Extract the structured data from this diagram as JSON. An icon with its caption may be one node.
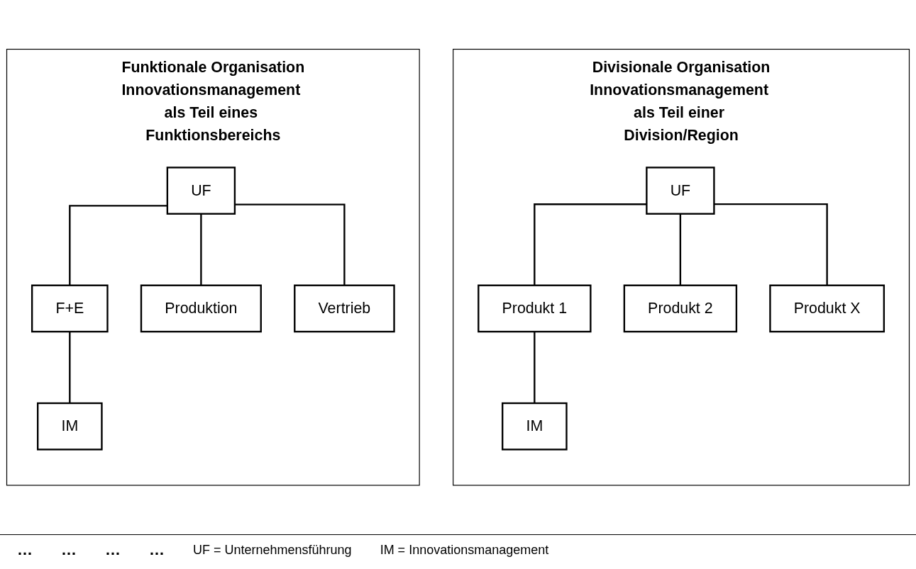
{
  "diagram": {
    "nodes": [
      {
        "text": [
          "Funktionale Organisation",
          "Innovationsmanagement als Teil eines Funktionsbereichs"
        ]
      },
      {
        "text": [
          "UF"
        ],
        "in": 0
      },
      {
        "text": [
          "F+E"
        ],
        "in": 0
      },
      {
        "text": [
          "Produktion"
        ],
        "in": 0
      },
      {
        "text": [
          "Vertrieb"
        ],
        "in": 0
      },
      {
        "text": [
          "IM"
        ],
        "in": 0
      },
      {
        "text": [
          "Divisionale Organisation",
          "Innovationsmanagement als Teil einer Division/Region"
        ]
      },
      {
        "text": [
          "UF"
        ],
        "in": 6
      },
      {
        "text": [
          "Produkt 1"
        ],
        "in": 6
      },
      {
        "text": [
          "Produkt 2"
        ],
        "in": 6
      },
      {
        "text": [
          "Produkt X"
        ],
        "in": 6
      },
      {
        "text": [
          "IM"
        ],
        "in": 6
      }
    ],
    "edges": [
      {
        "from": 1,
        "to": 2,
        "arrow": "none"
      },
      {
        "from": 1,
        "to": 3,
        "arrow": "none"
      },
      {
        "from": 1,
        "to": 4,
        "arrow": "none"
      },
      {
        "from": 2,
        "to": 5,
        "arrow": "none"
      },
      {
        "from": 7,
        "to": 8,
        "arrow": "none"
      },
      {
        "from": 7,
        "to": 9,
        "arrow": "none"
      },
      {
        "from": 7,
        "to": 10,
        "arrow": "none"
      },
      {
        "from": 8,
        "to": 11,
        "arrow": "none"
      }
    ],
    "labels": [
      "…",
      "…",
      "…",
      "…",
      "UF = Unternehmensführung",
      "IM = Innovationsmanagement"
    ]
  }
}
